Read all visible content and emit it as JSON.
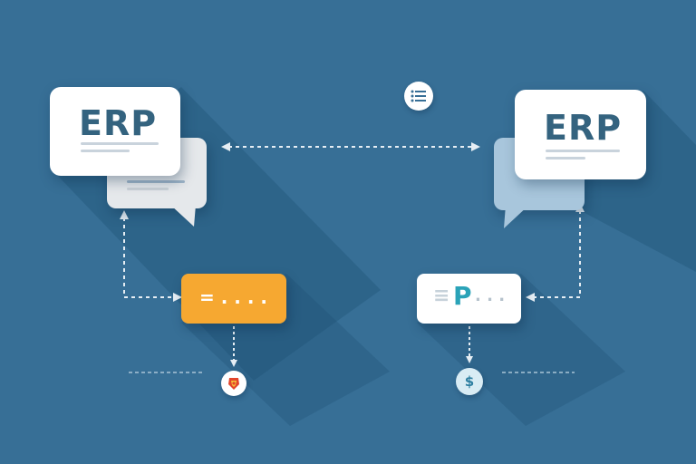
{
  "colors": {
    "background": "#376f96",
    "card": "#ffffff",
    "card_text": "#34637f",
    "accent_orange": "#f6a831",
    "accent_teal": "#2aa3b8",
    "icon_red": "#e2452b",
    "coin_fill": "#d9ecf4"
  },
  "left_card": {
    "label": "ERP"
  },
  "right_card": {
    "label": "ERP"
  },
  "left_pill": {
    "label": "= . . . ."
  },
  "right_pill": {
    "prefix": "≡",
    "letter": "P",
    "suffix": ". . ."
  },
  "icons": {
    "top_center": "list-icon",
    "bottom_left": "shield-badge-icon",
    "bottom_right": "dollar-coin-icon"
  },
  "coin": {
    "symbol": "$"
  }
}
